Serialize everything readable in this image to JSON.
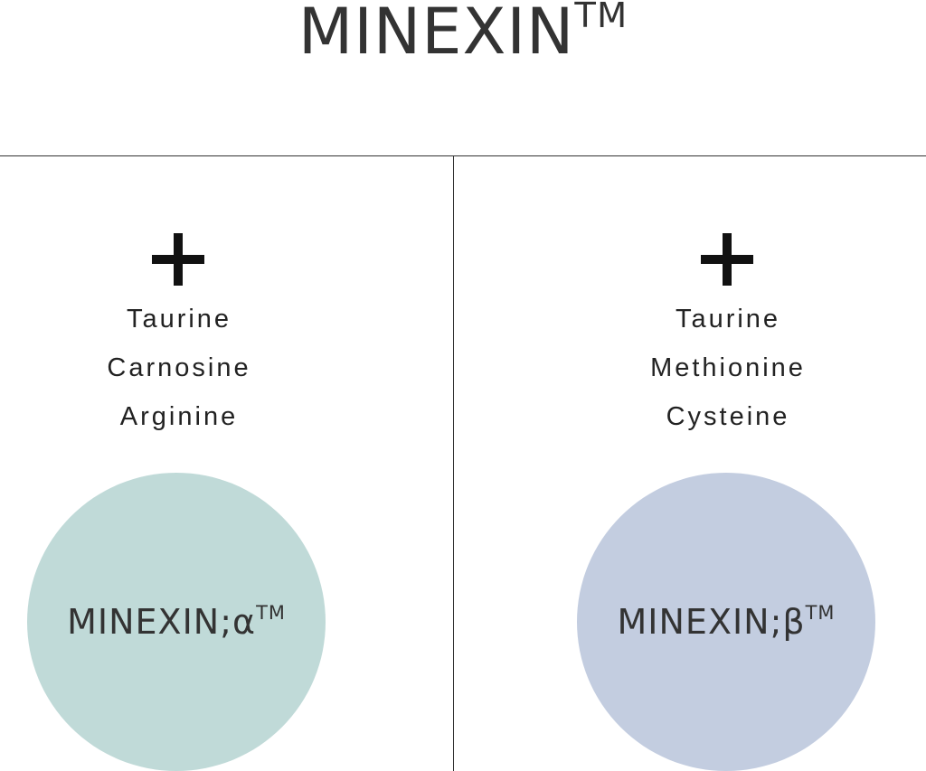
{
  "title": {
    "text": "MINEXIN",
    "tm": "TM"
  },
  "left": {
    "ingredients": [
      "Taurine",
      "Carnosine",
      "Arginine"
    ],
    "product": "MINEXIN;α",
    "tm": "TM",
    "color": "#c0dad8"
  },
  "right": {
    "ingredients": [
      "Taurine",
      "Methionine",
      "Cysteine"
    ],
    "product": "MINEXIN;β",
    "tm": "TM",
    "color": "#c3cde0"
  },
  "icons": {
    "plus": "plus-icon"
  }
}
